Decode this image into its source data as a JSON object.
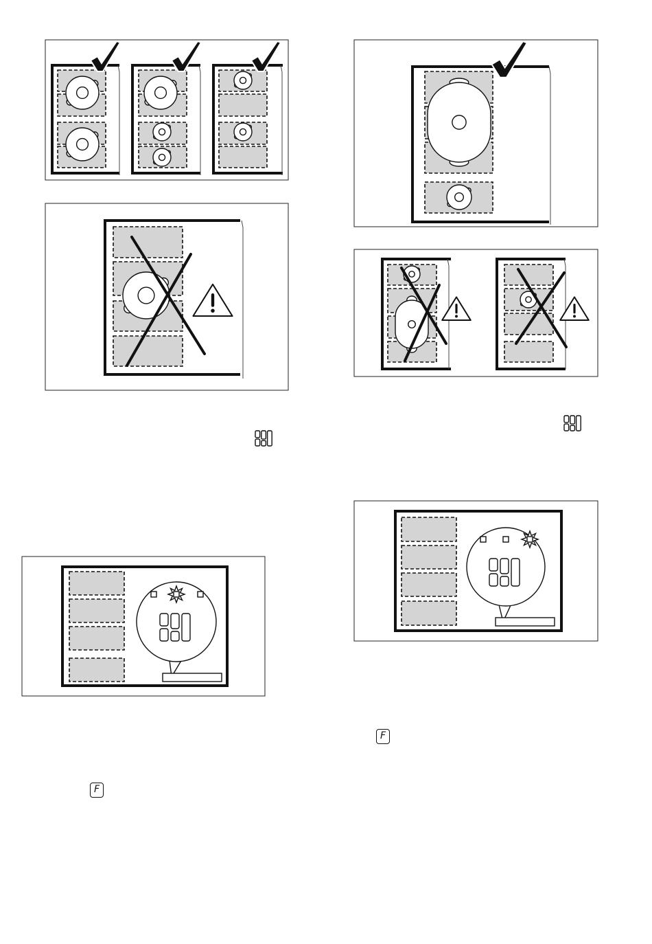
{
  "figures": [
    {
      "name": "correct-cookware-placement",
      "status": "correct"
    },
    {
      "name": "incorrect-cookware-placement",
      "status": "incorrect",
      "warning": true
    },
    {
      "name": "correct-oval-cookware-placement",
      "status": "correct"
    },
    {
      "name": "incorrect-bridge-placement",
      "status": "incorrect",
      "warning": true
    },
    {
      "name": "control-panel-indicator-left"
    },
    {
      "name": "control-panel-indicator-right"
    }
  ],
  "icons": {
    "display_icon": "display-segments-icon",
    "function_key_label": "F"
  },
  "colors": {
    "zone_fill": "#d4d4d4",
    "line": "#111111"
  }
}
